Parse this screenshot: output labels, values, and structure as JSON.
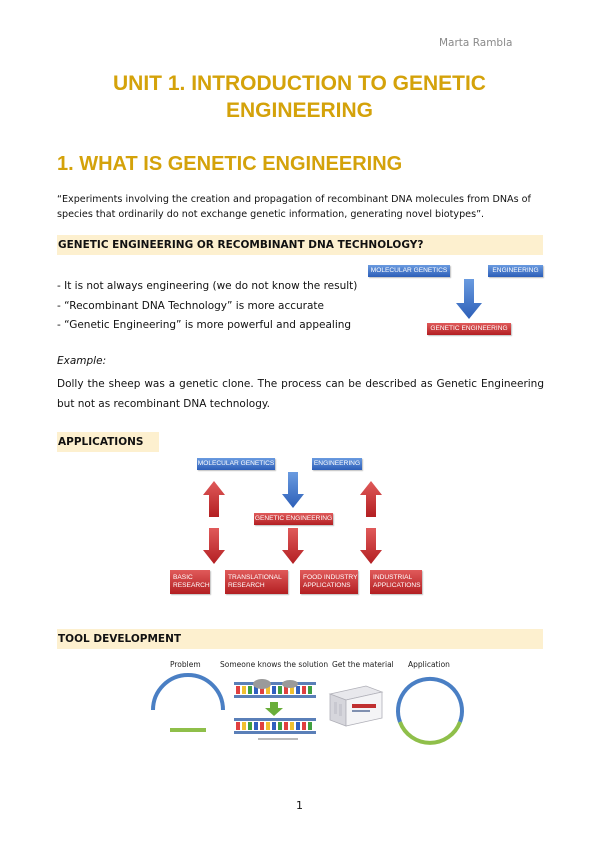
{
  "header": {
    "author": "Marta Rambla"
  },
  "title": {
    "line1": "UNIT 1. INTRODUCTION TO GENETIC",
    "line2": "ENGINEERING"
  },
  "section1": {
    "heading": "1. WHAT IS GENETIC ENGINEERING",
    "quote": "“Experiments involving the creation and propagation of recombinant DNA molecules from DNAs of species that ordinarily do not exchange genetic information, generating novel biotypes”."
  },
  "subsection_ge": {
    "heading": "GENETIC ENGINEERING OR RECOMBINANT DNA TECHNOLOGY?",
    "bullets": [
      "- It is not always engineering (we do not know the result)",
      "- “Recombinant DNA Technology” is more accurate",
      "- “Genetic Engineering” is more powerful and appealing"
    ],
    "diagram": {
      "molecular_genetics": "MOLECULAR GENETICS",
      "engineering": "ENGINEERING",
      "genetic_engineering": "GENETIC ENGINEERING"
    },
    "example_label": "Example",
    "example_colon": ":",
    "example_text": "Dolly the sheep was a genetic clone. The process can be described as Genetic Engineering but not as recombinant DNA technology."
  },
  "applications": {
    "heading": "APPLICATIONS",
    "diagram": {
      "molecular_genetics": "MOLECULAR GENETICS",
      "engineering": "ENGINEERING",
      "genetic_engineering": "GENETIC ENGINEERING",
      "basic_research": "BASIC RESEARCH",
      "translational_research": "TRANSLATIONAL RESEARCH",
      "food_industry": "FOOD INDUSTRY APPLICATIONS",
      "industrial": "INDUSTRIAL APPLICATIONS"
    }
  },
  "tool_development": {
    "heading": "TOOL DEVELOPMENT",
    "labels": [
      "Problem",
      "Someone knows the solution",
      "Get the material",
      "Application"
    ],
    "colors": {
      "arc": "#4a7fc4",
      "green": "#8fbf4a"
    }
  },
  "footer": {
    "page_number": "1"
  },
  "colors": {
    "gold": "#d4a20a",
    "band": "#fdf0cf"
  }
}
